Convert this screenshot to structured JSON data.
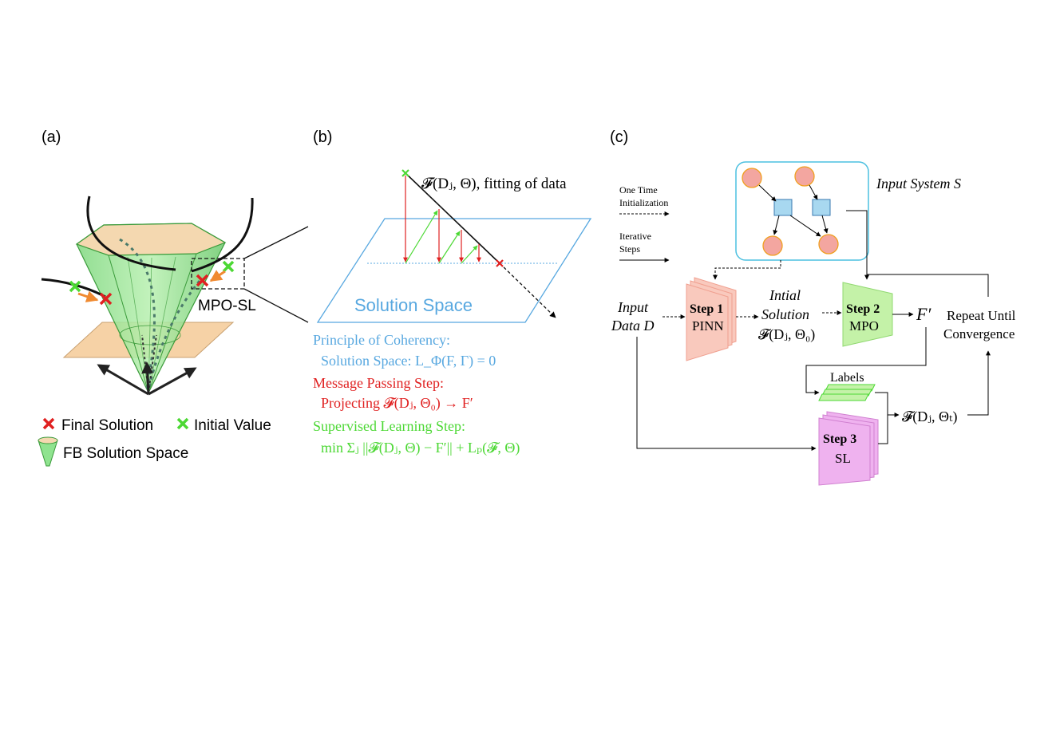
{
  "panels": {
    "a": {
      "label": "(a)",
      "zoom_label": "MPO-SL",
      "legend": {
        "final": "Final Solution",
        "initial": "Initial Value",
        "space": "FB Solution Space"
      }
    },
    "b": {
      "label": "(b)",
      "fit_label": "𝓕(Dⱼ, Θ), fitting of data",
      "plane_label": "Solution Space",
      "coherency_title": "Principle of Coherency:",
      "coherency_eq": "Solution Space: L_Φ(F, Γ) = 0",
      "mp_title": "Message Passing Step:",
      "mp_eq": "Projecting 𝓕(Dⱼ, Θ₀) → F′",
      "sl_title": "Supervised Learning Step:",
      "sl_eq": "min Σⱼ ||𝓕(Dⱼ, Θ) − F′|| + Lₚ(𝓕, Θ)"
    },
    "c": {
      "label": "(c)",
      "legend_init_1": "One Time",
      "legend_init_2": "Initialization",
      "legend_iter_1": "Iterative",
      "legend_iter_2": "Steps",
      "input_system": "Input System S",
      "input_data_1": "Input",
      "input_data_2": "Data D",
      "step1_title": "Step 1",
      "step1_name": "PINN",
      "initial_1": "Intial",
      "initial_2": "Solution",
      "initial_eq": "𝓕(Dⱼ, Θ₀)",
      "step2_title": "Step 2",
      "step2_name": "MPO",
      "fprime": "F′",
      "repeat_1": "Repeat Until",
      "repeat_2": "Convergence",
      "labels": "Labels",
      "step3_title": "Step 3",
      "step3_name": "SL",
      "output_eq": "𝓕(Dⱼ, Θₜ)"
    }
  },
  "colors": {
    "green": "#4cd834",
    "red": "#e02020",
    "blue": "#58a8e0",
    "orange": "#f08a30",
    "cone_fill": "#8fe38f",
    "plane_fill": "#f6d2a6",
    "pinn_fill": "#f9c9bd",
    "mpo_fill": "#c4f2a8",
    "sl_fill": "#efb2ef",
    "node_fill": "#f3a6a0",
    "factor_fill": "#a8d8f0"
  }
}
